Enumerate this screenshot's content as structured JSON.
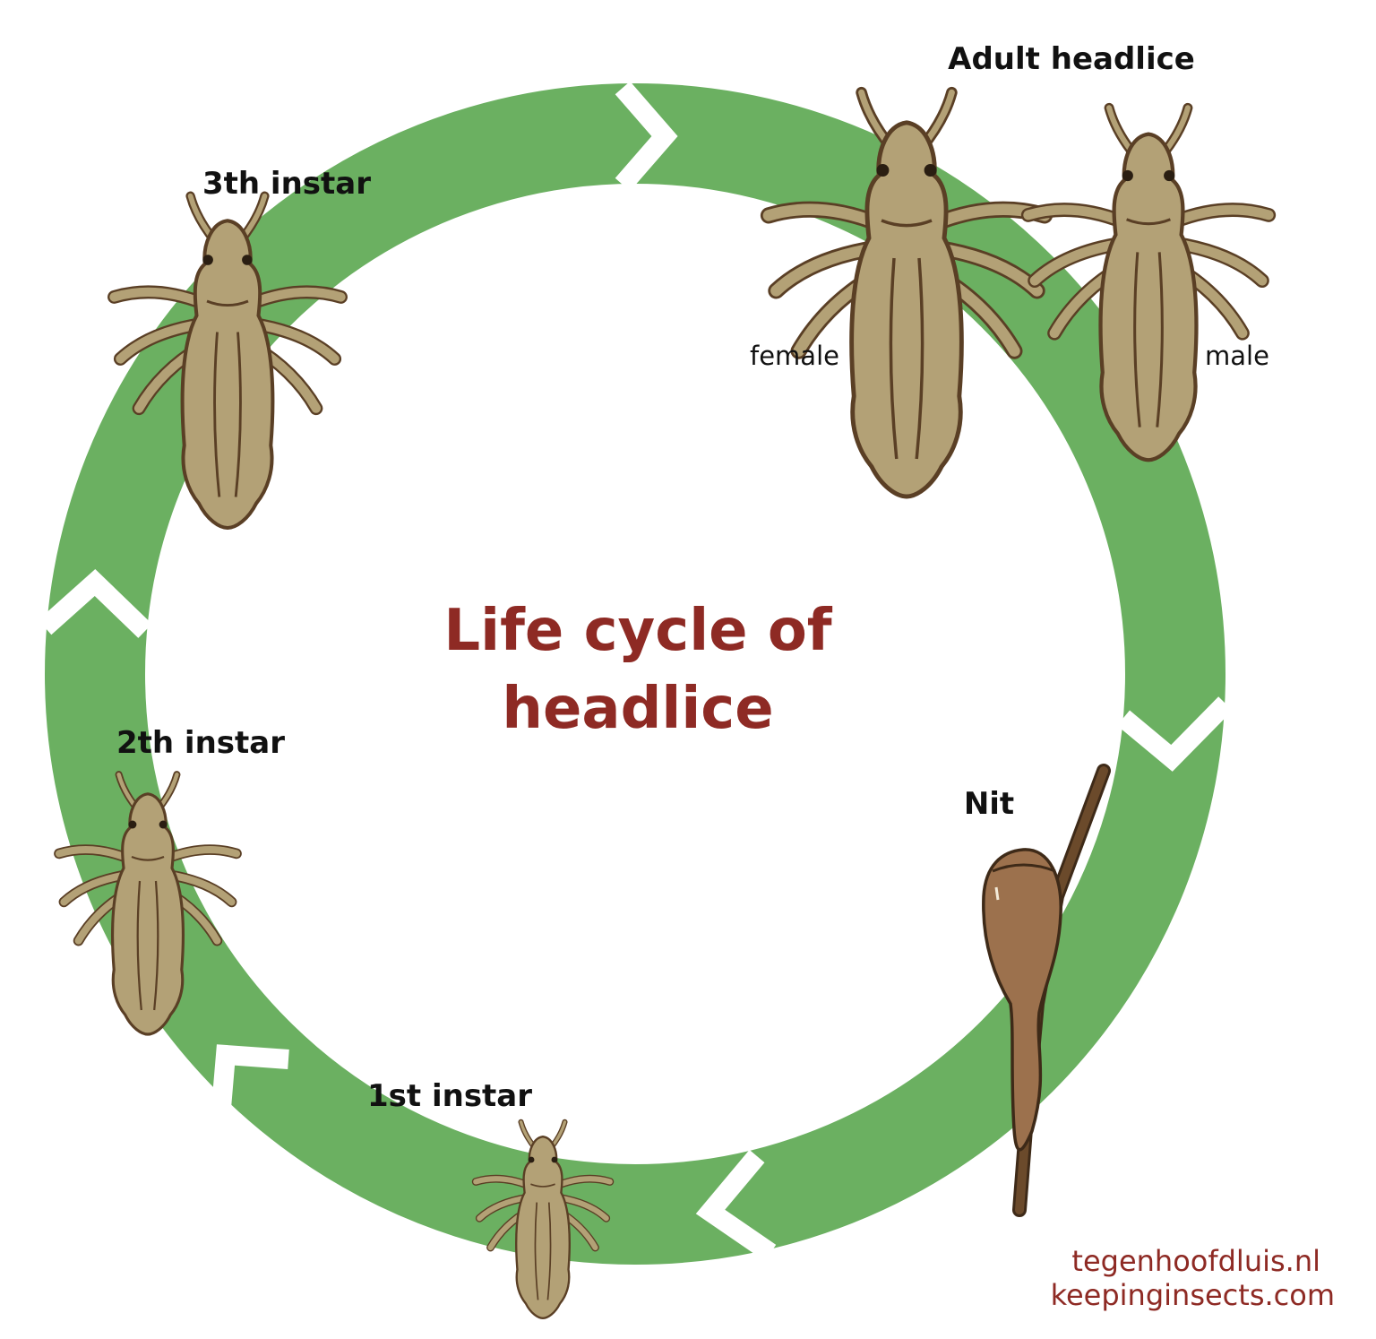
{
  "title": {
    "line1": "Life cycle of",
    "line2": "headlice"
  },
  "stages": {
    "adult": "Adult headlice",
    "female": "female",
    "male": "male",
    "nit": "Nit",
    "first": "1st instar",
    "second": "2th instar",
    "third": "3th instar"
  },
  "credits": {
    "line1": "tegenhoofdluis.nl",
    "line2": "keepinginsects.com"
  },
  "colors": {
    "ring": "#6bb061",
    "title": "#8e2a24",
    "louse_fill": "#b3a176",
    "louse_stroke": "#5a3f25",
    "nit_fill": "#9c714d",
    "hair": "#6b4a2b"
  },
  "icons": [
    "cycle-arrow-ring",
    "louse-illustration",
    "nit-egg-on-hair"
  ]
}
